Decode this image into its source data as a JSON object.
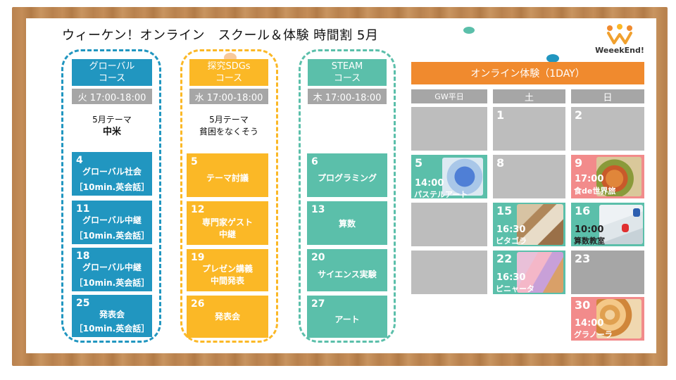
{
  "title": "ウィーケン！オンライン　スクール＆体験 時間割 5月",
  "logo_text": "WeeekEnd!",
  "colors": {
    "global": "#2196c0",
    "sdgs": "#fbb826",
    "steam": "#5bbfaa",
    "online": "#f08a2e",
    "weekday_cell": "#bdbdbd",
    "saturday_cell": "#5bbfaa",
    "sunday_cell": "#f28b8b"
  },
  "courses": {
    "global": {
      "name1": "グローバル",
      "name2": "コース",
      "time": "火 17:00-18:00",
      "theme_label": "5月テーマ",
      "theme": "中米",
      "sessions": [
        {
          "num": "4",
          "line1": "グローバル社会",
          "line2": "［10min.英会話］"
        },
        {
          "num": "11",
          "line1": "グローバル中継",
          "line2": "［10min.英会話］"
        },
        {
          "num": "18",
          "line1": "グローバル中継",
          "line2": "［10min.英会話］"
        },
        {
          "num": "25",
          "line1": "発表会",
          "line2": "［10min.英会話］"
        }
      ]
    },
    "sdgs": {
      "name1": "探究SDGs",
      "name2": "コース",
      "time": "水 17:00-18:00",
      "theme_label": "5月テーマ",
      "theme": "貧困をなくそう",
      "sessions": [
        {
          "num": "5",
          "line1": "テーマ討議",
          "line2": ""
        },
        {
          "num": "12",
          "line1": "専門家ゲスト",
          "line2": "中継"
        },
        {
          "num": "19",
          "line1": "プレゼン講義",
          "line2": "中間発表"
        },
        {
          "num": "26",
          "line1": "発表会",
          "line2": ""
        }
      ]
    },
    "steam": {
      "name1": "STEAM",
      "name2": "コース",
      "time": "木 17:00-18:00",
      "sessions": [
        {
          "num": "6",
          "line1": "プログラミング"
        },
        {
          "num": "13",
          "line1": "算数"
        },
        {
          "num": "20",
          "line1": "サイエンス実験"
        },
        {
          "num": "27",
          "line1": "アート"
        }
      ]
    }
  },
  "online": {
    "header": "オンライン体験（1DAY）",
    "col_weekday": "GW平日",
    "col_sat": "土",
    "col_sun": "日",
    "cells": {
      "sat_1": "1",
      "sun_2": "2",
      "wd_5": {
        "num": "5",
        "time": "14:00",
        "label": "パステルアート"
      },
      "sat_8": "8",
      "sun_9": {
        "num": "9",
        "time": "17:00",
        "label": "食de世界旅"
      },
      "sat_15": {
        "num": "15",
        "time": "16:30",
        "label": "ピタゴラ"
      },
      "sun_16": {
        "num": "16",
        "time": "10:00",
        "label": "算数教室"
      },
      "sat_22": {
        "num": "22",
        "time": "16:30",
        "label": "ピニャータ"
      },
      "sun_23": "23",
      "sun_30": {
        "num": "30",
        "time": "14:00",
        "label": "グラノーラ"
      }
    }
  }
}
